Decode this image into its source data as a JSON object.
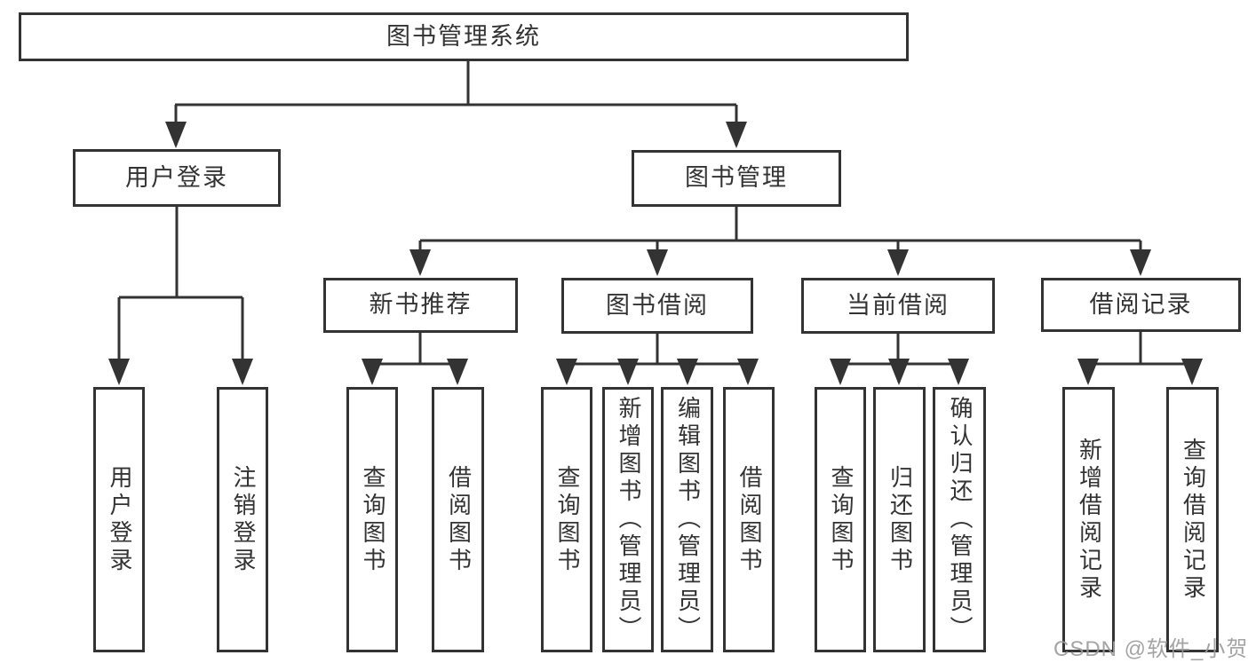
{
  "diagram": {
    "title": "图书管理系统",
    "tree": {
      "root": {
        "label": "图书管理系统",
        "children": [
          {
            "label": "用户登录",
            "children": [
              {
                "label": "用户登录"
              },
              {
                "label": "注销登录"
              }
            ]
          },
          {
            "label": "图书管理",
            "children": [
              {
                "label": "新书推荐",
                "children": [
                  {
                    "label": "查询图书"
                  },
                  {
                    "label": "借阅图书"
                  }
                ]
              },
              {
                "label": "图书借阅",
                "children": [
                  {
                    "label": "查询图书"
                  },
                  {
                    "label": "新增图书（管理员）"
                  },
                  {
                    "label": "编辑图书（管理员）"
                  },
                  {
                    "label": "借阅图书"
                  }
                ]
              },
              {
                "label": "当前借阅",
                "children": [
                  {
                    "label": "查询图书"
                  },
                  {
                    "label": "归还图书"
                  },
                  {
                    "label": "确认归还（管理员）"
                  }
                ]
              },
              {
                "label": "借阅记录",
                "children": [
                  {
                    "label": "新增借阅记录"
                  },
                  {
                    "label": "查询借阅记录"
                  }
                ]
              }
            ]
          }
        ]
      }
    },
    "colors": {
      "box_border": "#333333",
      "connector_line": "#333333",
      "text": "#333333",
      "background": "#ffffff",
      "watermark_text_color": "#9b9b9b"
    }
  },
  "watermark": {
    "text": "CSDN @软件_小贺同学"
  }
}
